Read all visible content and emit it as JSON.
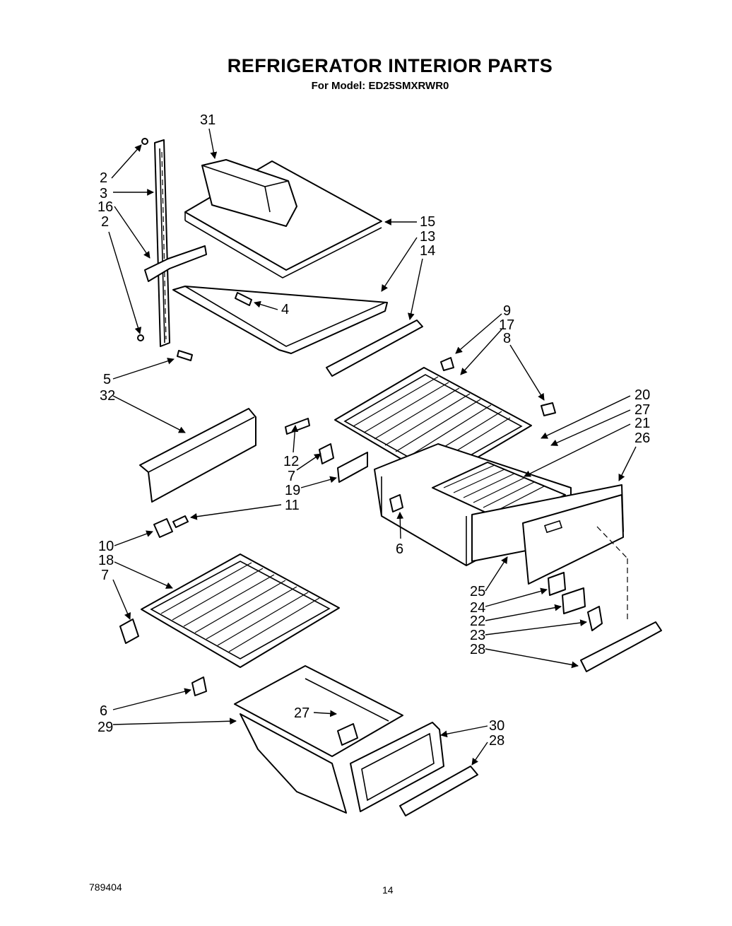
{
  "title": "REFRIGERATOR INTERIOR PARTS",
  "subtitle": "For Model: ED25SMXRWR0",
  "callouts": [
    "31",
    "2",
    "3",
    "16",
    "2",
    "15",
    "13",
    "14",
    "4",
    "9",
    "17",
    "8",
    "5",
    "32",
    "20",
    "27",
    "21",
    "26",
    "12",
    "7",
    "19",
    "11",
    "6",
    "10",
    "18",
    "7",
    "25",
    "24",
    "22",
    "23",
    "28",
    "6",
    "27",
    "29",
    "30",
    "28"
  ],
  "footer": {
    "doc_number": "789404",
    "page_number": "14"
  }
}
